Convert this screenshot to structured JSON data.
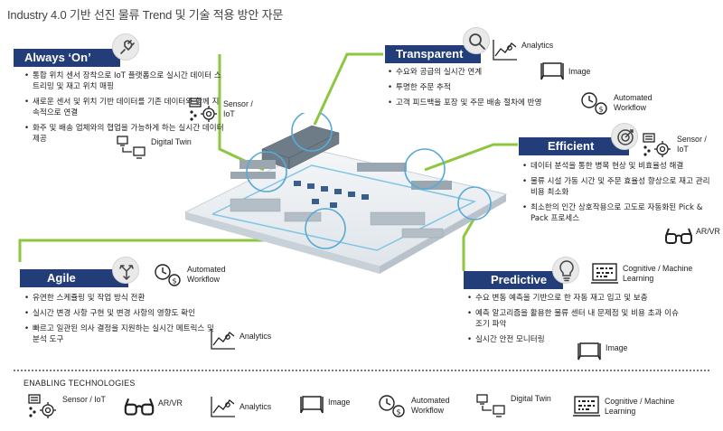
{
  "page_title": "Industry 4.0 기반 선진 물류 Trend 및 기술 적용 방안 자문",
  "colors": {
    "header_bg": "#233d78",
    "connector": "#8dc63f",
    "icon_bg": "#e9e9e9"
  },
  "sections": {
    "always_on": {
      "title": "Always ‘On’",
      "icon": "plug-icon",
      "bullets": [
        "통합 위치 센서 장착으로 IoT 플랫폼으로 실시간 데이터 스트리밍 및 재고 위치 매핑",
        "새로운 센서 및 위치 기반 데이터를 기존 데이터와 함께 지속적으로 연결",
        "화주 및 배송 업체와의 협업을 가능하게 하는 실시간 데이터 제공"
      ],
      "tech": [
        {
          "label": "Sensor / IoT",
          "icon": "sensor-gear-icon"
        },
        {
          "label": "Digital Twin",
          "icon": "digital-twin-icon"
        }
      ]
    },
    "transparent": {
      "title": "Transparent",
      "icon": "magnifier-icon",
      "bullets": [
        "수요와 공급의 실시간 연계",
        "투명한 주문 추적",
        "고객 피드백을 포장 및 주문 배송 절차에 반영"
      ],
      "tech": [
        {
          "label": "Analytics",
          "icon": "analytics-icon"
        },
        {
          "label": "Image",
          "icon": "image-icon"
        },
        {
          "label": "Automated Workflow",
          "icon": "automated-workflow-icon"
        }
      ]
    },
    "efficient": {
      "title": "Efficient",
      "icon": "target-icon",
      "bullets": [
        "데이터 분석을 통한 병목 현상 및 비효율성 해결",
        "물류 시설 가동 시간 및 주문 효율성 향상으로 재고 관리 비용 최소화",
        "최소한의 인간 상호작용으로 고도로 자동화된 Pick & Pack 프로세스"
      ],
      "tech": [
        {
          "label": "Sensor / IoT",
          "icon": "sensor-gear-icon"
        },
        {
          "label": "AR/VR",
          "icon": "ar-vr-glasses-icon"
        }
      ]
    },
    "agile": {
      "title": "Agile",
      "icon": "arrows-icon",
      "bullets": [
        "유연한 스케쥴링 및 작업 방식 전환",
        "실시간 변경 사항 구현 및 변경 사항의 영향도 확인",
        "빠르고 일관된 의사 결정을 지원하는 실시간 메트릭스 및 분석 도구"
      ],
      "tech": [
        {
          "label": "Automated Workflow",
          "icon": "automated-workflow-icon"
        },
        {
          "label": "Analytics",
          "icon": "analytics-icon"
        }
      ]
    },
    "predictive": {
      "title": "Predictive",
      "icon": "lightbulb-icon",
      "bullets": [
        "수요 변동 예측을 기반으로 한 자동 재고 입고 및 보충",
        "예측 알고리즘을 활용한 물류 센터 내 문제점 및 비용 초과 이슈 조기 파악",
        "실시간 안전 모니터링"
      ],
      "tech": [
        {
          "label": "Cognitive / Machine Learning",
          "icon": "cognitive-ml-icon"
        },
        {
          "label": "Image",
          "icon": "image-icon"
        }
      ]
    }
  },
  "enabling": {
    "title": "ENABLING TECHNOLOGIES",
    "items": [
      {
        "label": "Sensor / IoT",
        "icon": "sensor-gear-icon"
      },
      {
        "label": "AR/VR",
        "icon": "ar-vr-glasses-icon"
      },
      {
        "label": "Analytics",
        "icon": "analytics-icon"
      },
      {
        "label": "Image",
        "icon": "image-icon"
      },
      {
        "label": "Automated Workflow",
        "icon": "automated-workflow-icon"
      },
      {
        "label": "Digital Twin",
        "icon": "digital-twin-icon"
      },
      {
        "label": "Cognitive / Machine Learning",
        "icon": "cognitive-ml-icon"
      }
    ]
  }
}
